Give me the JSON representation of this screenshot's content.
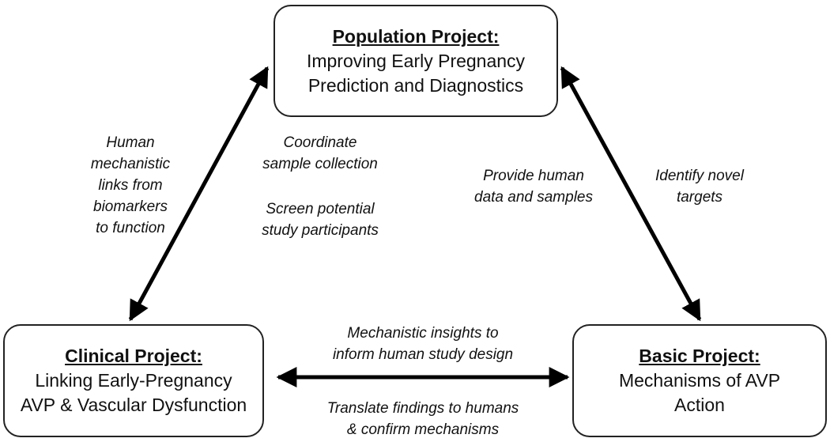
{
  "colors": {
    "stroke": "#000000",
    "box_border": "#222222",
    "text": "#111111"
  },
  "boxes": {
    "population": {
      "title": "Population Project:",
      "line1": "Improving Early Pregnancy",
      "line2": "Prediction and Diagnostics"
    },
    "clinical": {
      "title": "Clinical Project:",
      "line1": "Linking Early-Pregnancy",
      "line2": "AVP & Vascular Dysfunction"
    },
    "basic": {
      "title": "Basic Project:",
      "line1": "Mechanisms of AVP",
      "line2": "Action"
    }
  },
  "labels": {
    "left_edge": [
      "Human",
      "mechanistic",
      "links from",
      "biomarkers",
      "to function"
    ],
    "coordinate": [
      "Coordinate",
      "sample collection"
    ],
    "screen": [
      "Screen potential",
      "study participants"
    ],
    "provide": [
      "Provide human",
      "data and samples"
    ],
    "identify": [
      "Identify novel",
      "targets"
    ],
    "mechanistic_insights": [
      "Mechanistic insights to",
      "inform human study design"
    ],
    "translate": [
      "Translate findings to humans",
      "& confirm mechanisms"
    ]
  },
  "arrows": [
    {
      "from": "population",
      "to": "clinical",
      "direction": "bidirectional"
    },
    {
      "from": "population",
      "to": "basic",
      "direction": "bidirectional"
    },
    {
      "from": "clinical",
      "to": "basic",
      "direction": "bidirectional"
    }
  ]
}
